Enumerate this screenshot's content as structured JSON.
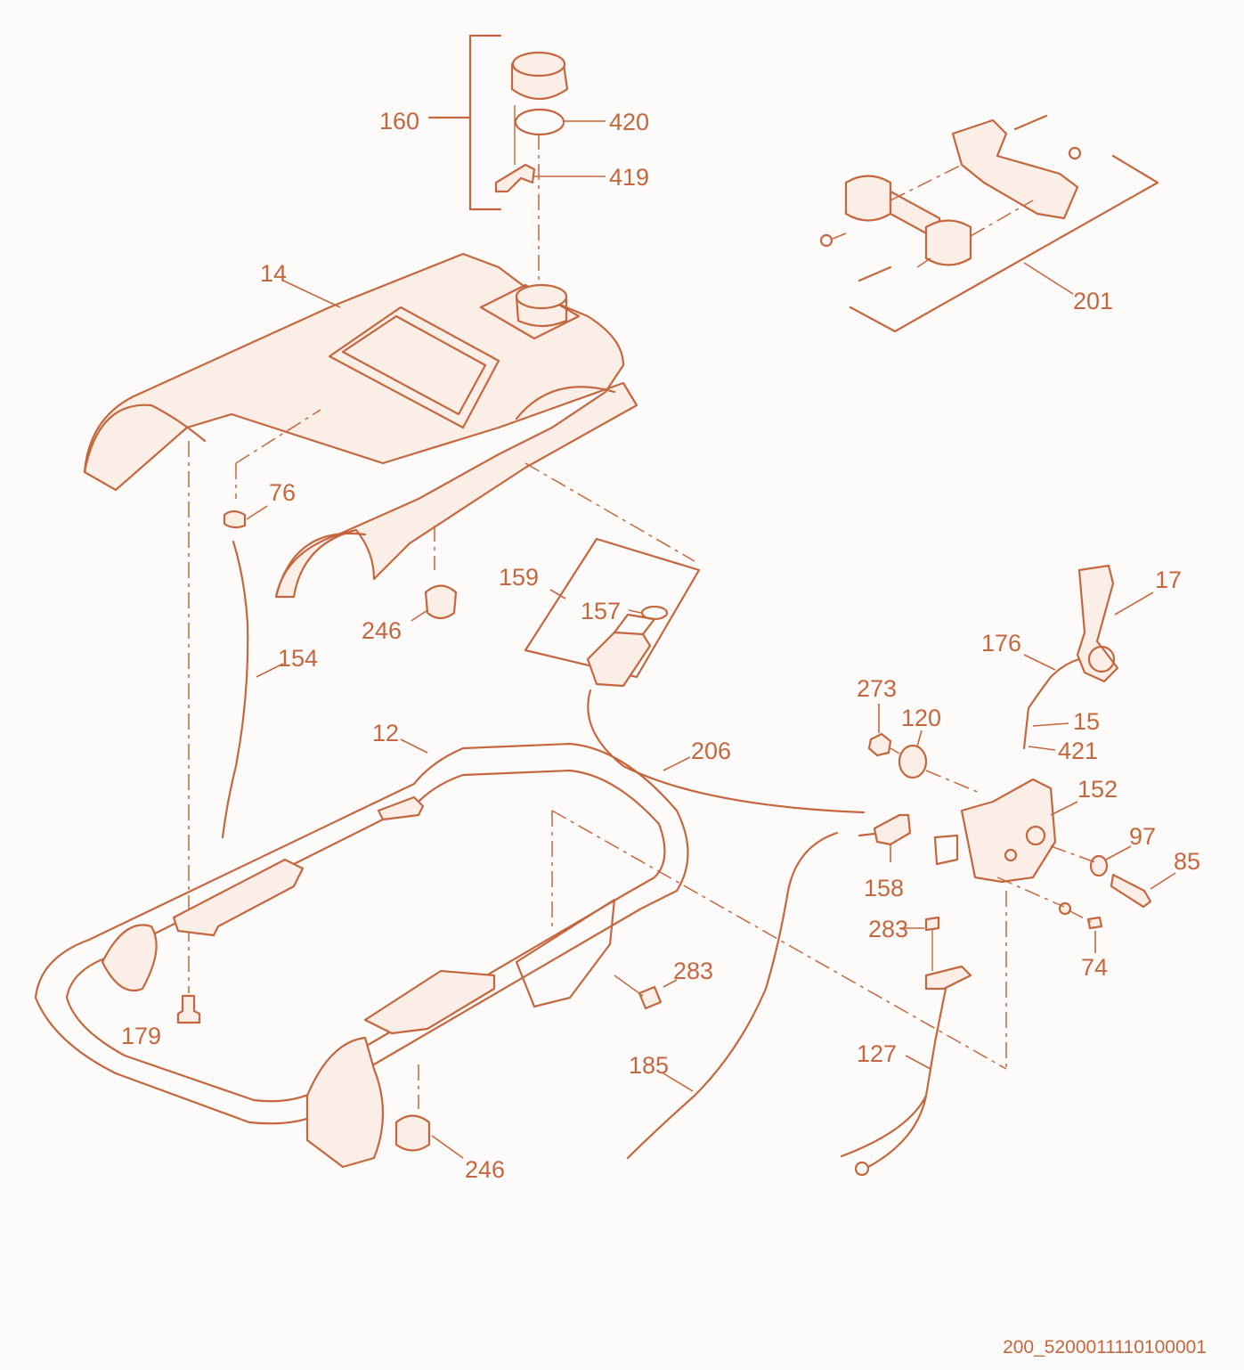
{
  "diagram": {
    "labels": {
      "l160": "160",
      "l420": "420",
      "l419": "419",
      "l14": "14",
      "l201": "201",
      "l76": "76",
      "l159": "159",
      "l157": "157",
      "l246a": "246",
      "l154": "154",
      "l17": "17",
      "l176": "176",
      "l15": "15",
      "l421": "421",
      "l273": "273",
      "l120": "120",
      "l12": "12",
      "l206": "206",
      "l152": "152",
      "l97": "97",
      "l85": "85",
      "l158": "158",
      "l283a": "283",
      "l74": "74",
      "l283b": "283",
      "l179": "179",
      "l127": "127",
      "l185": "185",
      "l246b": "246"
    },
    "drawing_code": "200_5200011110100001",
    "line_color": "#c4673f"
  }
}
